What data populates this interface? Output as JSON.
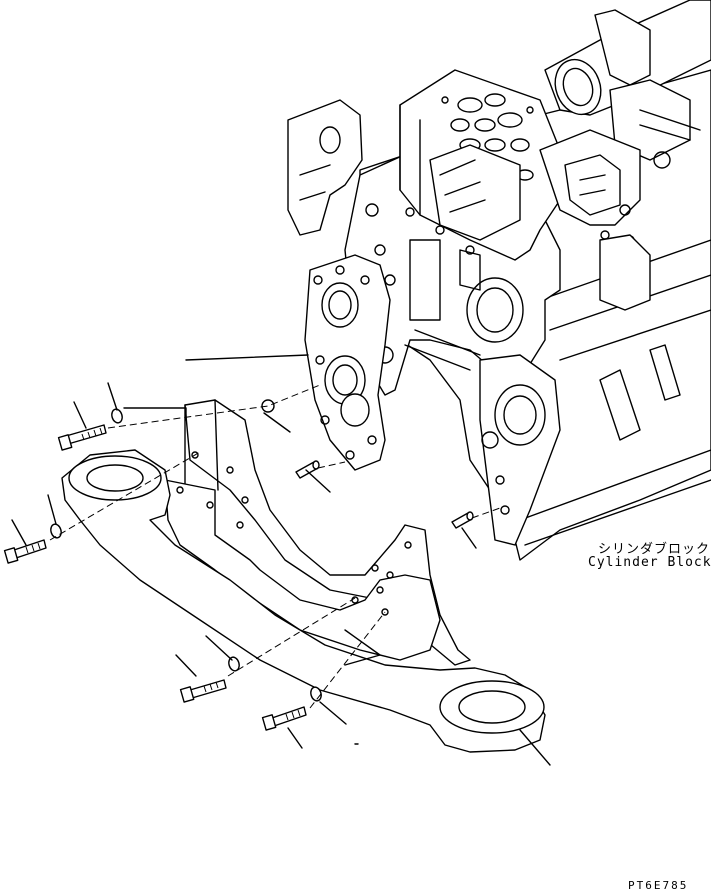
{
  "labels": {
    "cylinder_block_jp": "シリンダブロック",
    "cylinder_block_en": "Cylinder Block",
    "drawing_code": "PT6E785"
  }
}
